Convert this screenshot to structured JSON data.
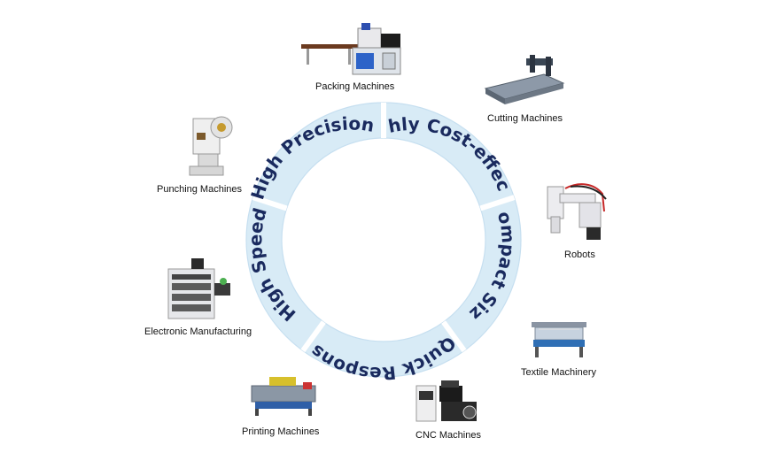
{
  "ring": {
    "segments": [
      {
        "label": "Highly Cost-effective"
      },
      {
        "label": "Compact Size"
      },
      {
        "label": "Quick Response"
      },
      {
        "label": "High Speed"
      },
      {
        "label": "High Precision"
      }
    ],
    "colors": {
      "ring": "#d8ebf6",
      "divider": "#ffffff",
      "text": "#1a2a5e"
    }
  },
  "machines": [
    {
      "id": "packing",
      "label": "Packing Machines",
      "icon": "packing-machine-icon"
    },
    {
      "id": "cutting",
      "label": "Cutting Machines",
      "icon": "cnc-router-icon"
    },
    {
      "id": "robots",
      "label": "Robots",
      "icon": "robot-arm-icon"
    },
    {
      "id": "textile",
      "label": "Textile Machinery",
      "icon": "knitting-machine-icon"
    },
    {
      "id": "cnc",
      "label": "CNC Machines",
      "icon": "cnc-machine-icon"
    },
    {
      "id": "printing",
      "label": "Printing Machines",
      "icon": "printing-machine-icon"
    },
    {
      "id": "electronic",
      "label": "Electronic Manufacturing",
      "icon": "electronic-assembly-icon"
    },
    {
      "id": "punching",
      "label": "Punching Machines",
      "icon": "punch-press-icon"
    }
  ]
}
